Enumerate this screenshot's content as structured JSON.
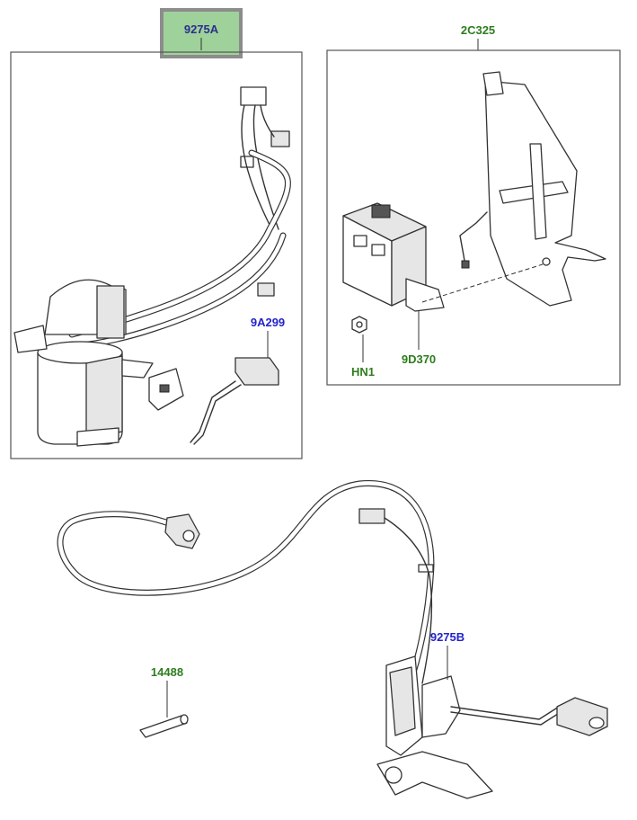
{
  "callouts": {
    "part_9275A": {
      "label": "9275A",
      "color": "#2b2f8f"
    },
    "part_2C325": {
      "label": "2C325",
      "color": "#2e7d1e"
    },
    "part_9A299": {
      "label": "9A299",
      "color": "#2323c8"
    },
    "part_HN1": {
      "label": "HN1",
      "color": "#2e7d1e"
    },
    "part_9D370": {
      "label": "9D370",
      "color": "#2e7d1e"
    },
    "part_9275B": {
      "label": "9275B",
      "color": "#2323c8"
    },
    "part_14488": {
      "label": "14488",
      "color": "#2e7d1e"
    }
  },
  "colors": {
    "highlight_fill": "#9fd29a",
    "highlight_border": "#8c8c8c",
    "line": "#333333"
  },
  "icons": {
    "fuel_pump_module": "fuel-pump-module-icon",
    "fuel_level_sender": "fuel-level-sender-icon",
    "mounting_bracket": "mounting-bracket-icon",
    "control_module": "control-module-icon",
    "nut": "nut-icon",
    "jet_pump_assembly": "jet-pump-assembly-icon",
    "pin": "pin-icon"
  }
}
